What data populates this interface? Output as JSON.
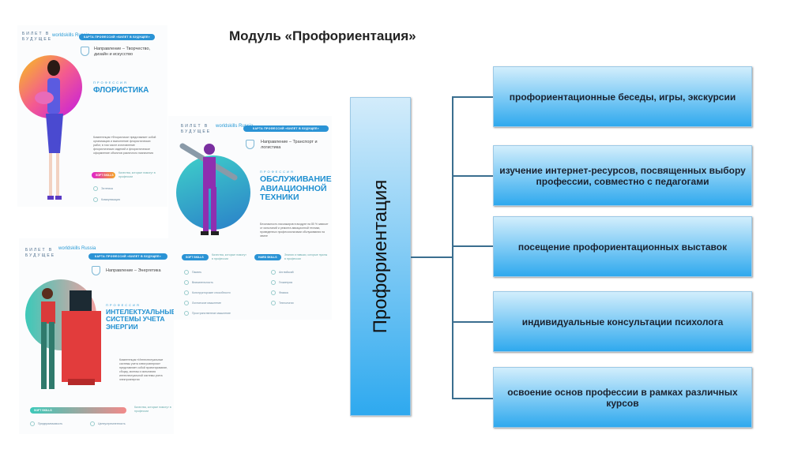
{
  "slide_title": "Модуль «Профориентация»",
  "posters": [
    {
      "logo": "БИЛЕТ В БУДУЩЕЕ",
      "worldskills": "worldskills Russia",
      "header_pill": "КАРТА ПРОФЕССИЙ «БИЛЕТ В БУДУЩЕЕ»",
      "direction": "Направление – Творчество, дизайн и искусство",
      "profession_label": "ПРОФЕССИЯ",
      "profession": "ФЛОРИСТИКА",
      "description": "Компетенция «Флористика» представляет собой организацию и выполнение флористических работ, в том числе изготовление флористических изделий и флористическое оформление объектов различного назначения",
      "soft_skills_label": "SOFT SKILLS",
      "soft_skills_desc": "Качества, которые помогут в профессии",
      "skills": [
        "Эстетика",
        "Коммуникация"
      ]
    },
    {
      "logo": "БИЛЕТ В БУДУЩЕЕ",
      "worldskills": "worldskills Russia",
      "header_pill": "КАРТА ПРОФЕССИЙ «БИЛЕТ В БУДУЩЕЕ»",
      "direction": "Направление – Транспорт и логистика",
      "profession_label": "ПРОФЕССИЯ",
      "profession": "ОБСЛУЖИВАНИЕ АВИАЦИОННОЙ ТЕХНИКИ",
      "description": "Безопасность пассажиров в воздухе на 80 % зависит от испытаний и ремонта авиационной техники, проведенных профессионалами обслуживания на земле",
      "soft_skills_label": "SOFT SKILLS",
      "soft_skills_desc": "Качества, которые помогут в профессии",
      "hard_skills_label": "HARD SKILLS",
      "hard_skills_desc": "Знания и навыки, которые нужны в профессии",
      "skills": [
        "Память",
        "Внимательность",
        "Конструкторские способности",
        "Логическое мышление",
        "Пространственное мышление"
      ],
      "hard_skills": [
        "Английский",
        "Геометрия",
        "Физика",
        "Технологии"
      ]
    },
    {
      "logo": "БИЛЕТ В БУДУЩЕЕ",
      "worldskills": "worldskills Russia",
      "header_pill": "КАРТА ПРОФЕССИЙ «БИЛЕТ В БУДУЩЕЕ»",
      "direction": "Направление – Энергетика",
      "profession_label": "ПРОФЕССИЯ",
      "profession": "ИНТЕЛЕКТУАЛЬНЫЕ СИСТЕМЫ УЧЕТА ЭНЕРГИИ",
      "description": "Компетенция «Интеллектуальные системы учета электроэнергии» представляет собой проектирование, сборку, монтаж и испытания интеллектуальной системы учета электроэнергии",
      "soft_skills_label": "SOFT SKILLS",
      "soft_skills_desc": "Качества, которые помогут в профессии",
      "skills": [
        "Предприимчивость",
        "Целеустремленность"
      ]
    }
  ],
  "diagram": {
    "root": "Профориентация",
    "items": [
      "профориентационные беседы, игры, экскурсии",
      "изучение интернет-ресурсов, посвященных выбору профессии, совместно с педагогами",
      "посещение профориентационных выставок",
      "индивидуальные консультации психолога",
      "освоение основ профессии в рамках различных курсов"
    ]
  },
  "colors": {
    "box_top": "#d2eefc",
    "box_bottom": "#2fa9ee",
    "connector": "#3a6e8f",
    "brand_blue": "#1f8fd0"
  }
}
